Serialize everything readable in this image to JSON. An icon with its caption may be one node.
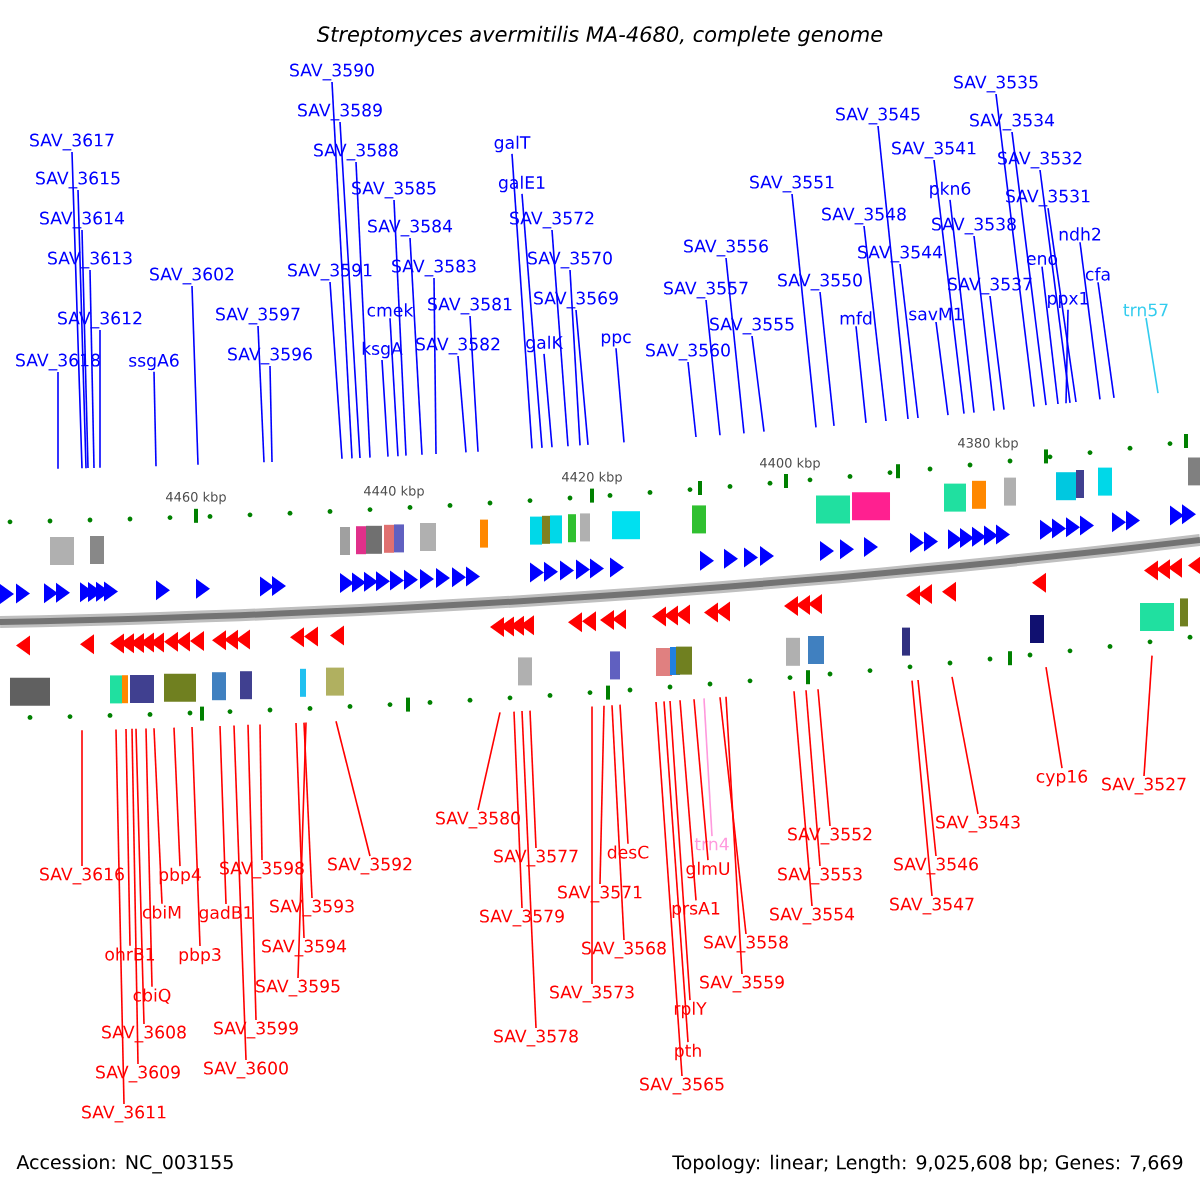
{
  "diagram": {
    "title": "Streptomyces avermitilis MA-4680, complete genome",
    "nodes": [
      {
        "text": [
          "SAV_3590"
        ]
      },
      {
        "text": [
          "SAV_3535"
        ]
      },
      {
        "text": [
          "SAV_3589"
        ]
      },
      {
        "text": [
          "SAV_3545"
        ]
      },
      {
        "text": [
          "SAV_3534"
        ]
      },
      {
        "text": [
          "SAV_3617"
        ]
      },
      {
        "text": [
          "galT"
        ]
      },
      {
        "text": [
          "SAV_3541"
        ]
      },
      {
        "text": [
          "SAV_3588"
        ]
      },
      {
        "text": [
          "SAV_3532"
        ]
      },
      {
        "text": [
          "SAV_3615"
        ]
      },
      {
        "text": [
          "galE1"
        ]
      },
      {
        "text": [
          "SAV_3551"
        ]
      },
      {
        "text": [
          "SAV_3585"
        ]
      },
      {
        "text": [
          "pkn6"
        ]
      },
      {
        "text": [
          "SAV_3531"
        ]
      },
      {
        "text": [
          "SAV_3548"
        ]
      },
      {
        "text": [
          "SAV_3614"
        ]
      },
      {
        "text": [
          "SAV_3572"
        ]
      },
      {
        "text": [
          "SAV_3538"
        ]
      },
      {
        "text": [
          "SAV_3584"
        ]
      },
      {
        "text": [
          "ndh2"
        ]
      },
      {
        "text": [
          "SAV_3556"
        ]
      },
      {
        "text": [
          "SAV_3544"
        ]
      },
      {
        "text": [
          "SAV_3613"
        ]
      },
      {
        "text": [
          "SAV_3570"
        ]
      },
      {
        "text": [
          "eno"
        ]
      },
      {
        "text": [
          "SAV_3583"
        ]
      },
      {
        "text": [
          "SAV_3591"
        ]
      },
      {
        "text": [
          "cfa"
        ]
      },
      {
        "text": [
          "SAV_3602"
        ]
      },
      {
        "text": [
          "SAV_3550"
        ]
      },
      {
        "text": [
          "SAV_3537"
        ]
      },
      {
        "text": [
          "SAV_3557"
        ]
      },
      {
        "text": [
          "SAV_3569"
        ]
      },
      {
        "text": [
          "ppx1"
        ]
      },
      {
        "text": [
          "SAV_3581"
        ]
      },
      {
        "text": [
          "cmek"
        ]
      },
      {
        "text": [
          "trn57"
        ]
      },
      {
        "text": [
          "savM1"
        ]
      },
      {
        "text": [
          "SAV_3597"
        ]
      },
      {
        "text": [
          "mfd"
        ]
      },
      {
        "text": [
          "SAV_3612"
        ]
      },
      {
        "text": [
          "SAV_3555"
        ]
      },
      {
        "text": [
          "ppc"
        ]
      },
      {
        "text": [
          "galK"
        ]
      },
      {
        "text": [
          "SAV_3582"
        ]
      },
      {
        "text": [
          "ksgA"
        ]
      },
      {
        "text": [
          "SAV_3560"
        ]
      },
      {
        "text": [
          "SAV_3596"
        ]
      },
      {
        "text": [
          "SAV_3618"
        ]
      },
      {
        "text": [
          "ssgA6"
        ]
      },
      {
        "text": [
          "cyp16"
        ]
      },
      {
        "text": [
          "SAV_3527"
        ]
      },
      {
        "text": [
          "SAV_3580"
        ]
      },
      {
        "text": [
          "SAV_3543"
        ]
      },
      {
        "text": [
          "SAV_3552"
        ]
      },
      {
        "text": [
          "trn4"
        ]
      },
      {
        "text": [
          "desC"
        ]
      },
      {
        "text": [
          "SAV_3577"
        ]
      },
      {
        "text": [
          "SAV_3592"
        ]
      },
      {
        "text": [
          "SAV_3546"
        ]
      },
      {
        "text": [
          "SAV_3598"
        ]
      },
      {
        "text": [
          "glmU"
        ]
      },
      {
        "text": [
          "SAV_3616"
        ]
      },
      {
        "text": [
          "pbp4"
        ]
      },
      {
        "text": [
          "SAV_3553"
        ]
      },
      {
        "text": [
          "SAV_3571"
        ]
      },
      {
        "text": [
          "SAV_3593"
        ]
      },
      {
        "text": [
          "prsA1"
        ]
      },
      {
        "text": [
          "SAV_3547"
        ]
      },
      {
        "text": [
          "cbiM"
        ]
      },
      {
        "text": [
          "gadB1"
        ]
      },
      {
        "text": [
          "SAV_3554"
        ]
      },
      {
        "text": [
          "SAV_3579"
        ]
      },
      {
        "text": [
          "SAV_3558"
        ]
      },
      {
        "text": [
          "SAV_3594"
        ]
      },
      {
        "text": [
          "SAV_3568"
        ]
      },
      {
        "text": [
          "ohrB1"
        ]
      },
      {
        "text": [
          "pbp3"
        ]
      },
      {
        "text": [
          "SAV_3559"
        ]
      },
      {
        "text": [
          "SAV_3595"
        ]
      },
      {
        "text": [
          "SAV_3573"
        ]
      },
      {
        "text": [
          "cbiQ"
        ]
      },
      {
        "text": [
          "rplY"
        ]
      },
      {
        "text": [
          "SAV_3599"
        ]
      },
      {
        "text": [
          "SAV_3608"
        ]
      },
      {
        "text": [
          "SAV_3578"
        ]
      },
      {
        "text": [
          "pth"
        ]
      },
      {
        "text": [
          "SAV_3600"
        ]
      },
      {
        "text": [
          "SAV_3609"
        ]
      },
      {
        "text": [
          "SAV_3565"
        ]
      },
      {
        "text": [
          "SAV_3611"
        ]
      }
    ],
    "edges": [
      {
        "from": 0,
        "to": null,
        "arrow": "none"
      },
      {
        "from": 1,
        "to": null,
        "arrow": "none"
      },
      {
        "from": 2,
        "to": null,
        "arrow": "none"
      },
      {
        "from": 3,
        "to": null,
        "arrow": "none"
      },
      {
        "from": 4,
        "to": null,
        "arrow": "none"
      },
      {
        "from": 5,
        "to": null,
        "arrow": "none"
      },
      {
        "from": 6,
        "to": null,
        "arrow": "none"
      },
      {
        "from": 7,
        "to": null,
        "arrow": "none"
      },
      {
        "from": 8,
        "to": null,
        "arrow": "none"
      },
      {
        "from": 9,
        "to": null,
        "arrow": "none"
      },
      {
        "from": 10,
        "to": null,
        "arrow": "none"
      },
      {
        "from": 11,
        "to": null,
        "arrow": "none"
      },
      {
        "from": 12,
        "to": null,
        "arrow": "none"
      },
      {
        "from": 13,
        "to": null,
        "arrow": "none"
      },
      {
        "from": 14,
        "to": null,
        "arrow": "none"
      },
      {
        "from": 15,
        "to": null,
        "arrow": "none"
      },
      {
        "from": 16,
        "to": null,
        "arrow": "none"
      },
      {
        "from": 17,
        "to": null,
        "arrow": "none"
      },
      {
        "from": 18,
        "to": null,
        "arrow": "none"
      },
      {
        "from": 19,
        "to": null,
        "arrow": "none"
      },
      {
        "from": 20,
        "to": null,
        "arrow": "none"
      },
      {
        "from": 21,
        "to": null,
        "arrow": "none"
      },
      {
        "from": 22,
        "to": null,
        "arrow": "none"
      },
      {
        "from": 23,
        "to": null,
        "arrow": "none"
      },
      {
        "from": 24,
        "to": null,
        "arrow": "none"
      },
      {
        "from": 25,
        "to": null,
        "arrow": "none"
      },
      {
        "from": 26,
        "to": null,
        "arrow": "none"
      },
      {
        "from": 27,
        "to": null,
        "arrow": "none"
      },
      {
        "from": 28,
        "to": null,
        "arrow": "none"
      },
      {
        "from": 29,
        "to": null,
        "arrow": "none"
      },
      {
        "from": 30,
        "to": null,
        "arrow": "none"
      },
      {
        "from": 31,
        "to": null,
        "arrow": "none"
      },
      {
        "from": 32,
        "to": null,
        "arrow": "none"
      },
      {
        "from": 33,
        "to": null,
        "arrow": "none"
      },
      {
        "from": 34,
        "to": null,
        "arrow": "none"
      },
      {
        "from": 35,
        "to": null,
        "arrow": "none"
      },
      {
        "from": 36,
        "to": null,
        "arrow": "none"
      },
      {
        "from": 37,
        "to": null,
        "arrow": "none"
      },
      {
        "from": 38,
        "to": null,
        "arrow": "none",
        "color": "#33ccee"
      },
      {
        "from": 39,
        "to": null,
        "arrow": "none"
      },
      {
        "from": 40,
        "to": null,
        "arrow": "none"
      },
      {
        "from": 41,
        "to": null,
        "arrow": "none"
      },
      {
        "from": 42,
        "to": null,
        "arrow": "none"
      },
      {
        "from": 43,
        "to": null,
        "arrow": "none"
      },
      {
        "from": 44,
        "to": null,
        "arrow": "none"
      },
      {
        "from": 45,
        "to": null,
        "arrow": "none"
      },
      {
        "from": 46,
        "to": null,
        "arrow": "none"
      },
      {
        "from": 47,
        "to": null,
        "arrow": "none"
      },
      {
        "from": 48,
        "to": null,
        "arrow": "none"
      },
      {
        "from": 49,
        "to": null,
        "arrow": "none"
      },
      {
        "from": 50,
        "to": null,
        "arrow": "none"
      },
      {
        "from": 51,
        "to": null,
        "arrow": "none"
      },
      {
        "from": 52,
        "to": null,
        "arrow": "none",
        "color": "#ff0000"
      },
      {
        "from": 53,
        "to": null,
        "arrow": "none",
        "color": "#ff0000"
      },
      {
        "from": 54,
        "to": null,
        "arrow": "none",
        "color": "#ff0000"
      },
      {
        "from": 55,
        "to": null,
        "arrow": "none",
        "color": "#ff0000"
      },
      {
        "from": 56,
        "to": null,
        "arrow": "none",
        "color": "#ff0000"
      },
      {
        "from": 57,
        "to": null,
        "arrow": "none",
        "color": "#ff99dd"
      },
      {
        "from": 58,
        "to": null,
        "arrow": "none",
        "color": "#ff0000"
      },
      {
        "from": 59,
        "to": null,
        "arrow": "none",
        "color": "#ff0000"
      },
      {
        "from": 60,
        "to": null,
        "arrow": "none",
        "color": "#ff0000"
      },
      {
        "from": 61,
        "to": null,
        "arrow": "none",
        "color": "#ff0000"
      },
      {
        "from": 62,
        "to": null,
        "arrow": "none",
        "color": "#ff0000"
      },
      {
        "from": 63,
        "to": null,
        "arrow": "none",
        "color": "#ff0000"
      },
      {
        "from": 64,
        "to": null,
        "arrow": "none",
        "color": "#ff0000"
      },
      {
        "from": 65,
        "to": null,
        "arrow": "none",
        "color": "#ff0000"
      },
      {
        "from": 66,
        "to": null,
        "arrow": "none",
        "color": "#ff0000"
      },
      {
        "from": 67,
        "to": null,
        "arrow": "none",
        "color": "#ff0000"
      },
      {
        "from": 68,
        "to": null,
        "arrow": "none",
        "color": "#ff0000"
      },
      {
        "from": 69,
        "to": null,
        "arrow": "none",
        "color": "#ff0000"
      },
      {
        "from": 70,
        "to": null,
        "arrow": "none",
        "color": "#ff0000"
      },
      {
        "from": 71,
        "to": null,
        "arrow": "none",
        "color": "#ff0000"
      },
      {
        "from": 72,
        "to": null,
        "arrow": "none",
        "color": "#ff0000"
      },
      {
        "from": 73,
        "to": null,
        "arrow": "none",
        "color": "#ff0000"
      },
      {
        "from": 74,
        "to": null,
        "arrow": "none",
        "color": "#ff0000"
      },
      {
        "from": 75,
        "to": null,
        "arrow": "none",
        "color": "#ff0000"
      },
      {
        "from": 76,
        "to": null,
        "arrow": "none",
        "color": "#ff0000"
      },
      {
        "from": 77,
        "to": null,
        "arrow": "none",
        "color": "#ff0000"
      },
      {
        "from": 78,
        "to": null,
        "arrow": "none",
        "color": "#ff0000"
      },
      {
        "from": 79,
        "to": null,
        "arrow": "none",
        "color": "#ff0000"
      },
      {
        "from": 80,
        "to": null,
        "arrow": "none",
        "color": "#ff0000"
      },
      {
        "from": 81,
        "to": null,
        "arrow": "none",
        "color": "#ff0000"
      },
      {
        "from": 82,
        "to": null,
        "arrow": "none",
        "color": "#ff0000"
      },
      {
        "from": 83,
        "to": null,
        "arrow": "none",
        "color": "#ff0000"
      },
      {
        "from": 84,
        "to": null,
        "arrow": "none",
        "color": "#ff0000"
      },
      {
        "from": 85,
        "to": null,
        "arrow": "none",
        "color": "#ff0000"
      },
      {
        "from": 86,
        "to": null,
        "arrow": "none",
        "color": "#ff0000"
      },
      {
        "from": 87,
        "to": null,
        "arrow": "none",
        "color": "#ff0000"
      },
      {
        "from": 88,
        "to": null,
        "arrow": "none",
        "color": "#ff0000"
      },
      {
        "from": 89,
        "to": null,
        "arrow": "none",
        "color": "#ff0000"
      },
      {
        "from": 90,
        "to": null,
        "arrow": "none",
        "color": "#ff0000"
      },
      {
        "from": 91,
        "to": null,
        "arrow": "none",
        "color": "#ff0000"
      },
      {
        "from": 92,
        "to": null,
        "arrow": "none",
        "color": "#ff0000"
      }
    ],
    "labels": [
      "4460 kbp",
      "4440 kbp",
      "4420 kbp",
      "4400 kbp",
      "4380 kbp",
      "Accession: NC_003155",
      "Topology: linear; Length: 9,025,608 bp; Genes: 7,669"
    ]
  }
}
